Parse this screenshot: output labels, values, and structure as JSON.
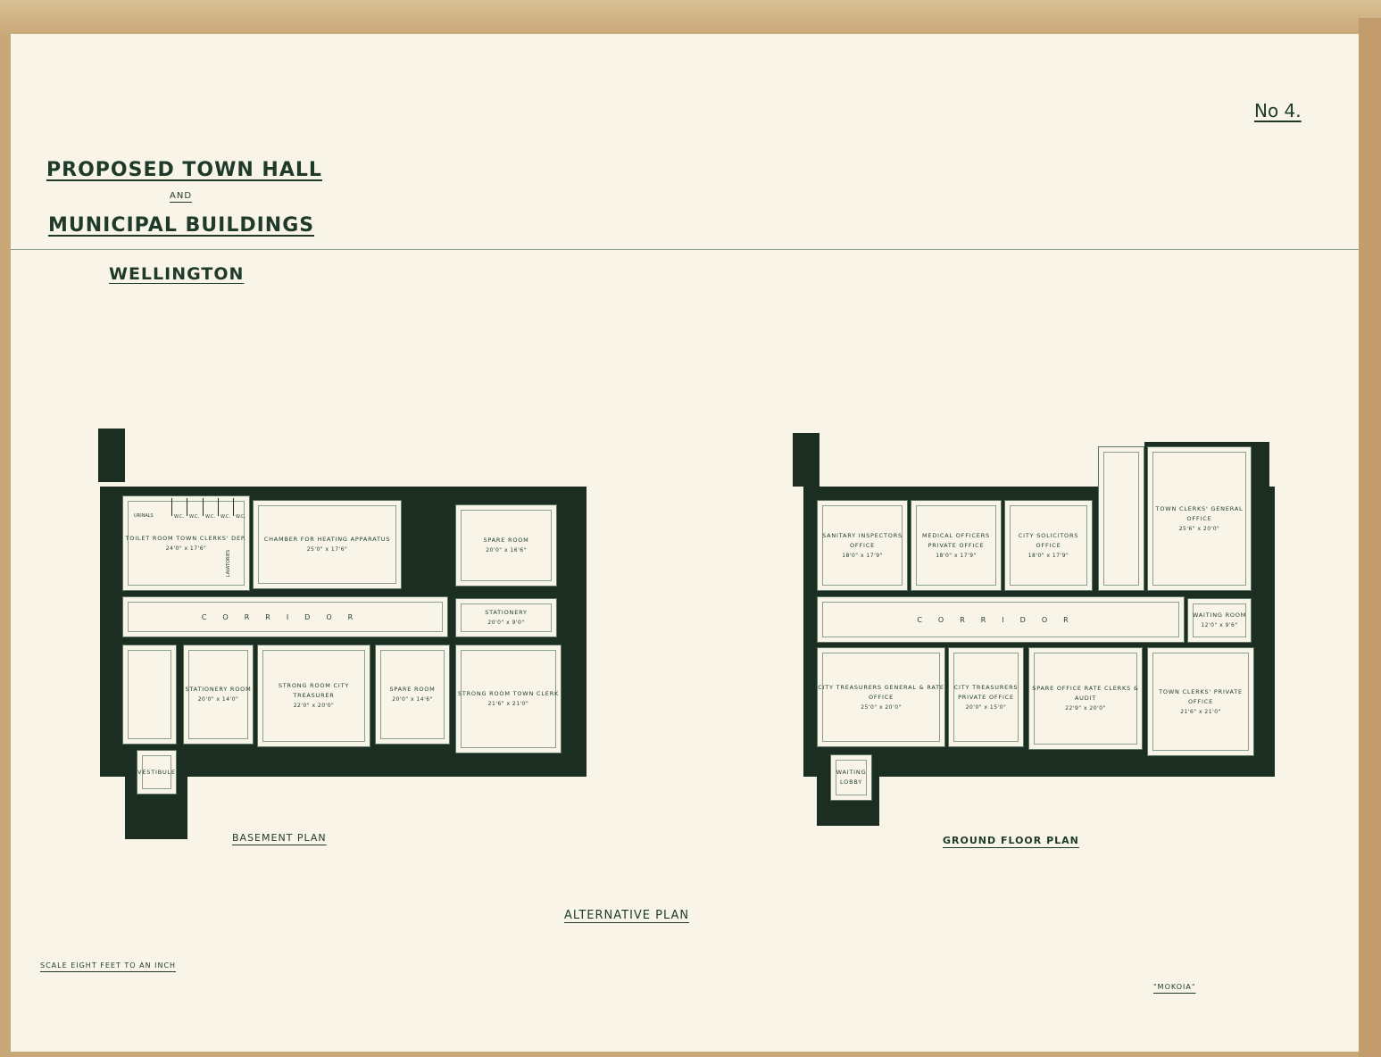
{
  "sheet_number": "No 4.",
  "title": {
    "line1": "Proposed Town Hall",
    "line2": "and",
    "line3": "Municipal Buildings",
    "line4": "Wellington"
  },
  "basement": {
    "label": "Basement Plan",
    "rooms": [
      {
        "name": "Toilet Room Town Clerks' Dep.",
        "dims": "24'0\" x 17'6\""
      },
      {
        "name": "Chamber for Heating Apparatus",
        "dims": "25'0\" x 17'6\""
      },
      {
        "name": "Spare Room",
        "dims": "20'0\" x 16'6\""
      },
      {
        "name": "Corridor",
        "dims": ""
      },
      {
        "name": "Stationery",
        "dims": "20'0\" x 9'0\""
      },
      {
        "name": "Stationery Room",
        "dims": "20'0\" x 14'0\""
      },
      {
        "name": "Strong Room City Treasurer",
        "dims": "22'0\" x 20'0\""
      },
      {
        "name": "Spare Room",
        "dims": "20'0\" x 14'6\""
      },
      {
        "name": "Strong Room Town Clerk",
        "dims": "21'6\" x 21'0\""
      },
      {
        "name": "Vestibule",
        "dims": ""
      }
    ],
    "fixtures": [
      "Urinals",
      "W.C.",
      "W.C.",
      "W.C.",
      "W.C.",
      "W.C.",
      "Lavatories"
    ]
  },
  "ground_floor": {
    "label": "Ground Floor Plan",
    "rooms": [
      {
        "name": "Sanitary Inspectors Office",
        "dims": "18'0\" x 17'9\""
      },
      {
        "name": "Medical Officers Private Office",
        "dims": "18'0\" x 17'9\""
      },
      {
        "name": "City Solicitors Office",
        "dims": "18'0\" x 17'9\""
      },
      {
        "name": "Town Clerks' General Office",
        "dims": "25'6\" x 20'0\""
      },
      {
        "name": "Corridor",
        "dims": ""
      },
      {
        "name": "Waiting Room",
        "dims": "12'0\" x 9'6\""
      },
      {
        "name": "City Treasurers General & Rate Office",
        "dims": "25'0\" x 20'0\""
      },
      {
        "name": "City Treasurers Private Office",
        "dims": "20'0\" x 15'0\""
      },
      {
        "name": "Spare Office Rate Clerks & Audit",
        "dims": "22'9\" x 20'0\""
      },
      {
        "name": "Town Clerks' Private Office",
        "dims": "21'6\" x 21'0\""
      },
      {
        "name": "Waiting Lobby",
        "dims": ""
      }
    ]
  },
  "caption": "Alternative Plan",
  "scale": "Scale Eight Feet to an Inch",
  "motto": "\"Mokoia\"",
  "colors": {
    "ink": "#1f3a2a",
    "paper": "#f8f5e8",
    "mount": "#c9a878"
  }
}
